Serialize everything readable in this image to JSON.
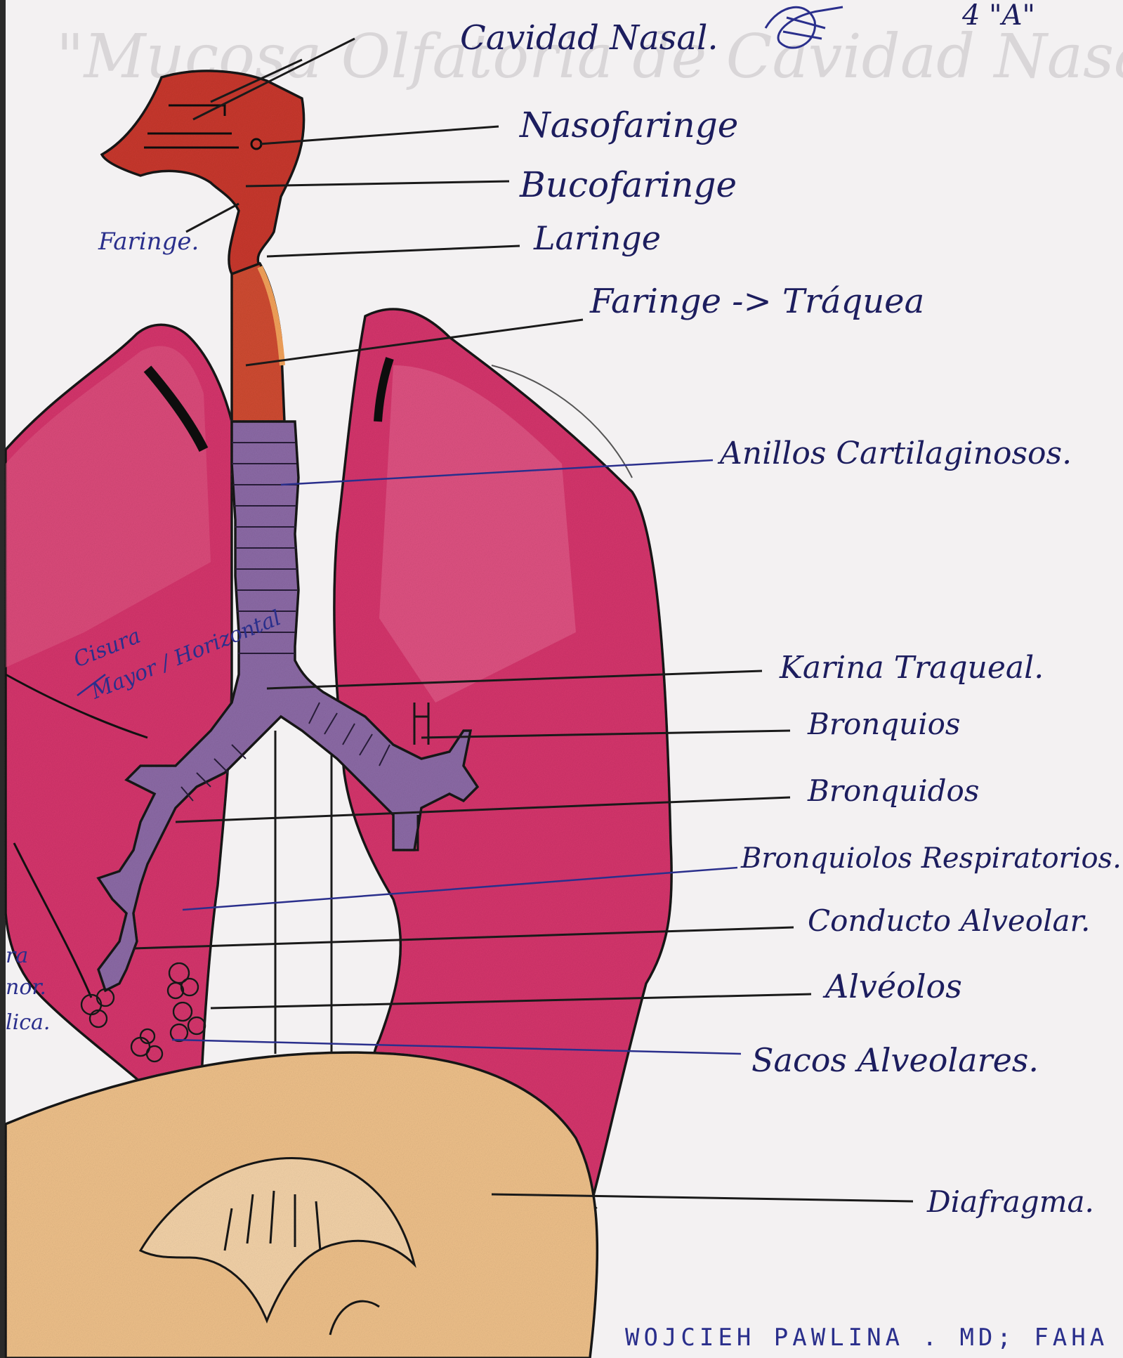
{
  "header": {
    "corner_label": "4 \"A\"",
    "watermark_title": "\"Mucosa Olfatoria de Cavidad Nasal\""
  },
  "labels": {
    "cavidad_nasal": "Cavidad Nasal.",
    "nasofaringe": "Nasofaringe",
    "bucofaringe": "Bucofaringe",
    "faringe_left": "Faringe.",
    "laringe": "Laringe",
    "faringe_traquea": "Faringe -> Tráquea",
    "anillos": "Anillos Cartilaginosos.",
    "cisura_1": "Cisura",
    "cisura_2": "Mayor / Horizontal",
    "karina": "Karina Traqueal.",
    "bronquios": "Bronquios",
    "bronquiolos": "Bronquidos",
    "bronquiolos_resp": "Bronquiolos Respiratorios.",
    "conducto": "Conducto Alveolar.",
    "alveolos": "Alvéolos",
    "sacos": "Sacos Alveolares.",
    "diafragma": "Diafragma.",
    "edge_ra": "ra",
    "edge_nor": "nor.",
    "edge_lica": "lica."
  },
  "footer": {
    "credit": "WOJCIEH PAWLINA . MD; FAHA"
  },
  "colors": {
    "paper": "#f3f1f2",
    "lung": "#d5356c",
    "nasal": "#c8382e",
    "trachea": "#8c6aa6",
    "diaphragm": "#eec08a",
    "ink": "#1c1d5e"
  }
}
